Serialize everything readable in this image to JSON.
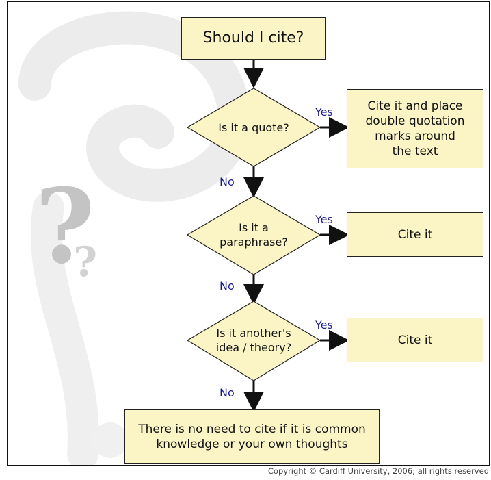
{
  "start": {
    "label": "Should I cite?"
  },
  "decisions": [
    {
      "question": "Is it a quote?",
      "yes_label": "Yes",
      "no_label": "No"
    },
    {
      "question": "Is it a\nparaphrase?",
      "yes_label": "Yes",
      "no_label": "No"
    },
    {
      "question": "Is it another's\nidea / theory?",
      "yes_label": "Yes",
      "no_label": "No"
    }
  ],
  "outcomes": [
    {
      "text": "Cite it and place\ndouble quotation\nmarks around\nthe text"
    },
    {
      "text": "Cite it"
    },
    {
      "text": "Cite it"
    }
  ],
  "final": {
    "text": "There is no need to cite if it is common\nknowledge or your own thoughts"
  },
  "copyright": "Copyright © Cardiff University, 2006; all rights reserved",
  "colors": {
    "box_fill": "#fbf5c6",
    "label_text": "#1a1a8c",
    "watermark": "#e6e6e6"
  }
}
